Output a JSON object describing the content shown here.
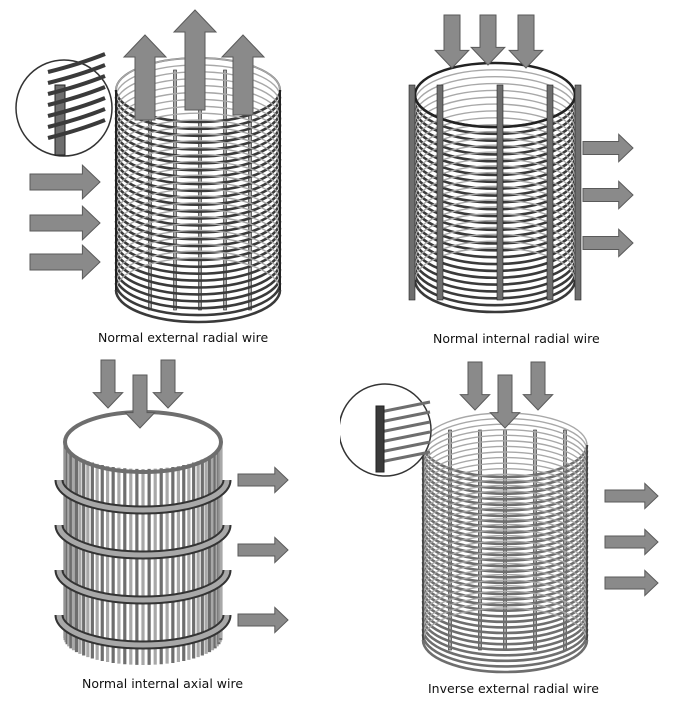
{
  "panels": [
    {
      "id": "normal-external-radial",
      "caption": "Normal external radial wire"
    },
    {
      "id": "normal-internal-radial",
      "caption": "Normal internal radial wire"
    },
    {
      "id": "normal-internal-axial",
      "caption": "Normal internal axial wire"
    },
    {
      "id": "inverse-external-radial",
      "caption": "Inverse external radial wire"
    }
  ],
  "colors": {
    "wire_dark": "#3a3a3a",
    "wire_mid": "#6e6e6e",
    "wire_light": "#a8a8a8",
    "arrow": "#8a8a8a",
    "arrow_edge": "#5a5a5a"
  }
}
